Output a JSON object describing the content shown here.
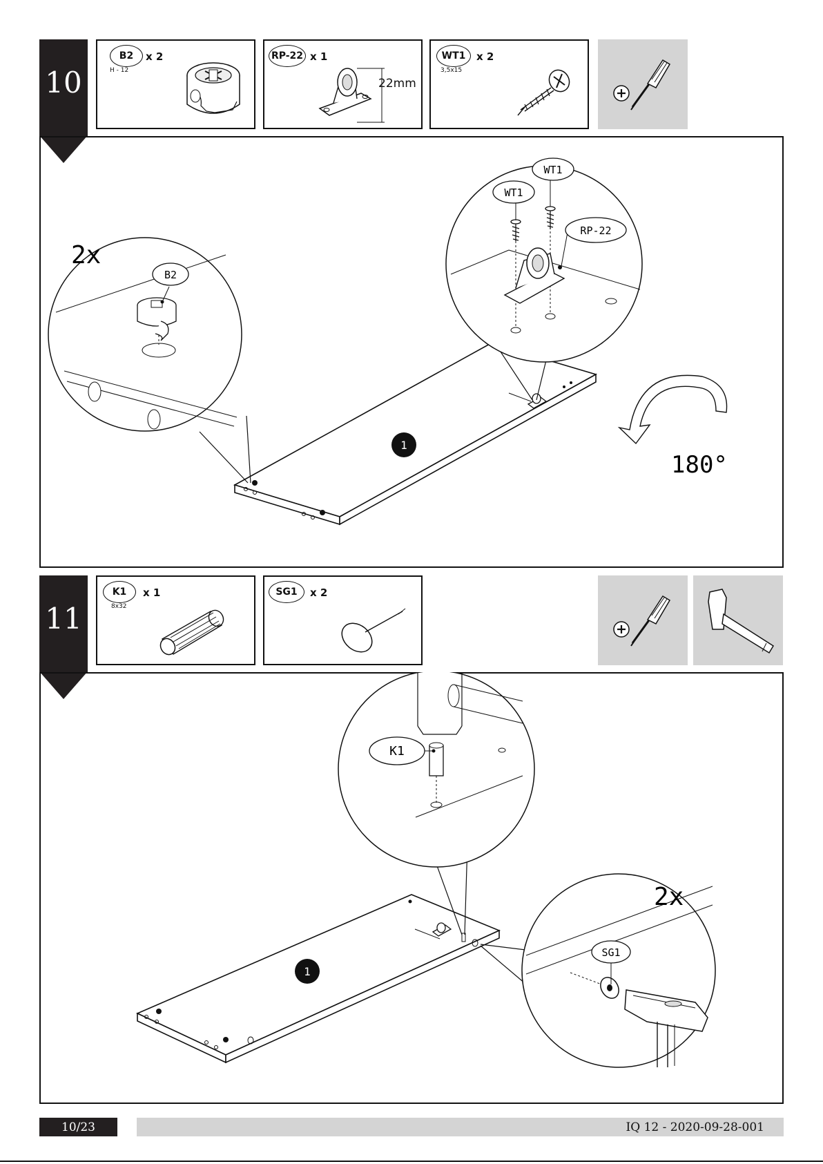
{
  "steps": [
    {
      "number": "10",
      "parts": [
        {
          "code": "B2",
          "sub": "H - 12",
          "qty": "x 2"
        },
        {
          "code": "RP-22",
          "sub": "",
          "qty": "x 1",
          "dimension": "22mm"
        },
        {
          "code": "WT1",
          "sub": "3,5x15",
          "qty": "x 2"
        }
      ],
      "tools": [
        "screwdriver-icon"
      ],
      "callouts": {
        "multiplier": "2x",
        "left": "B2",
        "right_top": "WT1",
        "right_mid": "WT1",
        "right_side": "RP-22",
        "panel": "1",
        "rotation": "180°"
      }
    },
    {
      "number": "11",
      "parts": [
        {
          "code": "K1",
          "sub": "8x32",
          "qty": "x 1"
        },
        {
          "code": "SG1",
          "sub": "",
          "qty": "x 2"
        }
      ],
      "tools": [
        "screwdriver-icon",
        "hammer-icon"
      ],
      "callouts": {
        "top": "K1",
        "multiplier": "2x",
        "right": "SG1",
        "panel": "1"
      }
    }
  ],
  "footer": {
    "page": "10/23",
    "code": "IQ 12 - 2020-09-28-001"
  }
}
